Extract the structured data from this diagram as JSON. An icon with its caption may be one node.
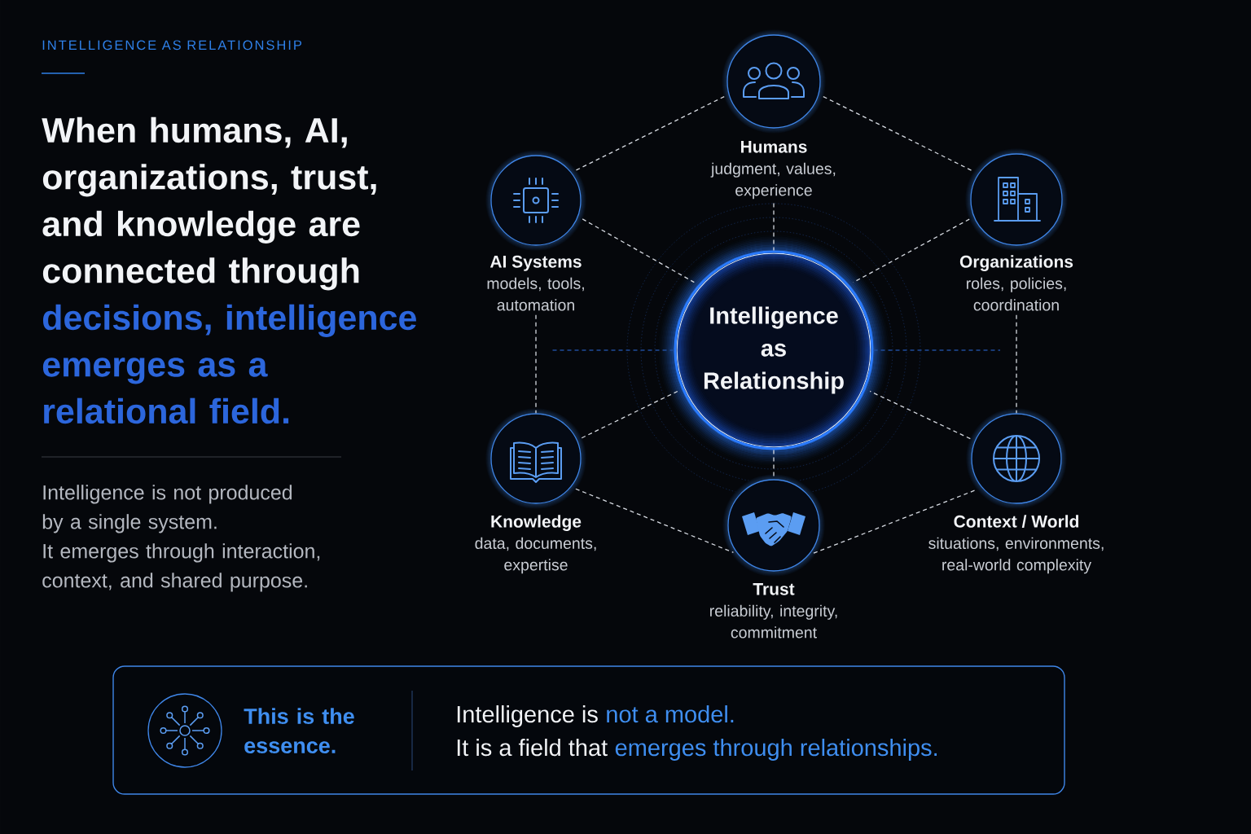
{
  "diagram": {
    "title": "INTELLIGENCE AS RELATIONSHIP",
    "nodes": [
      {
        "text": [
          "Humans",
          "judgment, values, experience"
        ]
      },
      {
        "text": [
          "AI Systems",
          "models, tools, automation"
        ]
      },
      {
        "text": [
          "Organizations",
          "roles, policies, coordination"
        ]
      },
      {
        "text": [
          "Intelligence as Relationship"
        ]
      },
      {
        "text": [
          "Knowledge",
          "data, documents, expertise"
        ]
      },
      {
        "text": [
          "Context / World",
          "situations, environments, real-world complexity"
        ]
      },
      {
        "text": [
          "Trust",
          "reliability, integrity, commitment"
        ]
      },
      {
        "text": [
          "This is the essence.",
          "Intelligence is",
          "not a model.",
          "It is a field that",
          "emerges through relationships."
        ]
      }
    ],
    "edges": [
      {
        "from": 0,
        "to": 1,
        "arrow": "none",
        "style": "dashed"
      },
      {
        "from": 0,
        "to": 2,
        "arrow": "none",
        "style": "dashed"
      },
      {
        "from": 0,
        "to": 3,
        "arrow": "none",
        "style": "dashed"
      },
      {
        "from": 1,
        "to": 3,
        "arrow": "none",
        "style": "dashed"
      },
      {
        "from": 2,
        "to": 3,
        "arrow": "none",
        "style": "dashed"
      },
      {
        "from": 1,
        "to": 4,
        "arrow": "none",
        "style": "dashed"
      },
      {
        "from": 2,
        "to": 5,
        "arrow": "none",
        "style": "dashed"
      },
      {
        "from": 4,
        "to": 3,
        "arrow": "none",
        "style": "dashed"
      },
      {
        "from": 5,
        "to": 3,
        "arrow": "none",
        "style": "dashed"
      },
      {
        "from": 3,
        "to": 6,
        "arrow": "none",
        "style": "dashed"
      },
      {
        "from": 4,
        "to": 6,
        "arrow": "none",
        "style": "dashed"
      },
      {
        "from": 6,
        "to": 5,
        "arrow": "none",
        "style": "dashed"
      },
      {
        "from": 3,
        "to": null,
        "arrow": "none",
        "style": "dashed",
        "color": "#1f4c9a"
      },
      {
        "from": 3,
        "to": null,
        "arrow": "none",
        "style": "dashed",
        "color": "#1f4c9a"
      }
    ],
    "labels": [
      "When humans, AI, organizations, trust, and knowledge are connected through",
      "decisions, intelligence emerges as a relational field.",
      "Intelligence is not produced by a single system.",
      "It emerges through interaction, context, and shared purpose."
    ]
  }
}
